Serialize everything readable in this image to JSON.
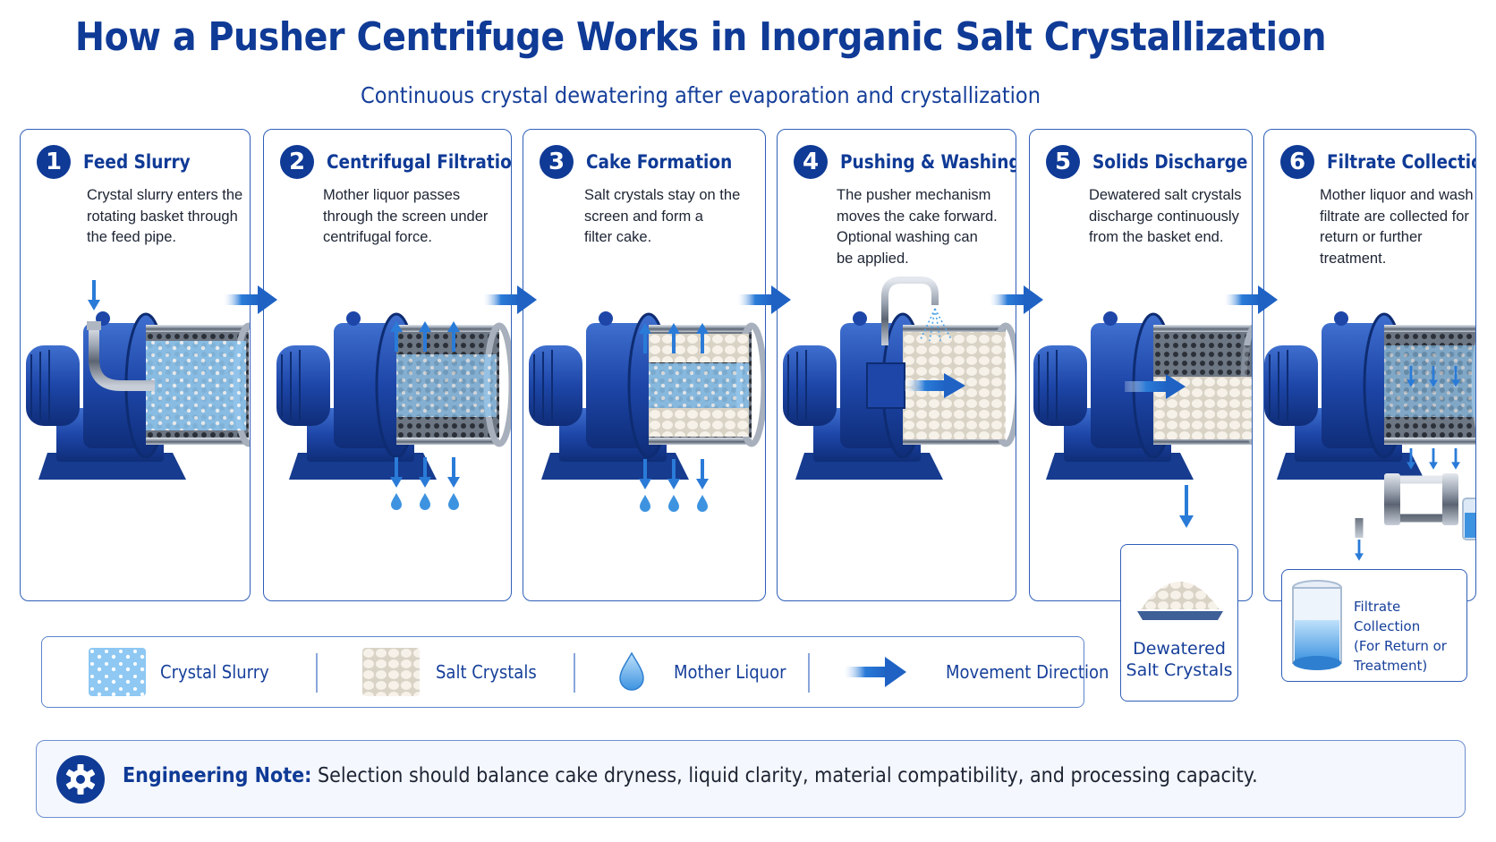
{
  "title": "How a Pusher Centrifuge Works in Inorganic Salt Crystallization",
  "subtitle": "Continuous crystal dewatering after evaporation and crystallization",
  "steps": [
    {
      "number": "1",
      "title": "Feed Slurry",
      "description": "Crystal slurry enters the\nrotating basket through\nthe feed pipe."
    },
    {
      "number": "2",
      "title": "Centrifugal Filtration",
      "description": "Mother liquor passes\nthrough the screen under\ncentrifugal force."
    },
    {
      "number": "3",
      "title": "Cake Formation",
      "description": "Salt crystals stay on the\nscreen and form a\nfilter cake."
    },
    {
      "number": "4",
      "title": "Pushing & Washing",
      "description": "The pusher mechanism\nmoves the cake forward.\nOptional washing can\nbe applied."
    },
    {
      "number": "5",
      "title": "Solids Discharge",
      "description": "Dewatered salt crystals\ndischarge continuously\nfrom the basket end."
    },
    {
      "number": "6",
      "title": "Filtrate Collection",
      "description": "Mother liquor and wash\nfiltrate are collected for\nreturn or further\ntreatment."
    }
  ],
  "outputs": {
    "solids": "Dewatered\nSalt Crystals",
    "filtrate": "Filtrate Collection\n(For Return or\nTreatment)"
  },
  "legend": [
    {
      "icon": "crystal-slurry-icon",
      "label": "Crystal Slurry"
    },
    {
      "icon": "salt-crystals-icon",
      "label": "Salt Crystals"
    },
    {
      "icon": "mother-liquor-drop-icon",
      "label": "Mother Liquor"
    },
    {
      "icon": "movement-arrow-icon",
      "label": "Movement Direction"
    }
  ],
  "note": {
    "label": "Engineering Note:",
    "text": " Selection should balance cake dryness, liquid clarity, material compatibility, and processing capacity."
  },
  "colors": {
    "primary": "#0f3a96",
    "accent": "#2a7bd8",
    "steel": "#8e98a6",
    "liquid": "#4aa3ea",
    "crystal": "#f1ece2"
  }
}
